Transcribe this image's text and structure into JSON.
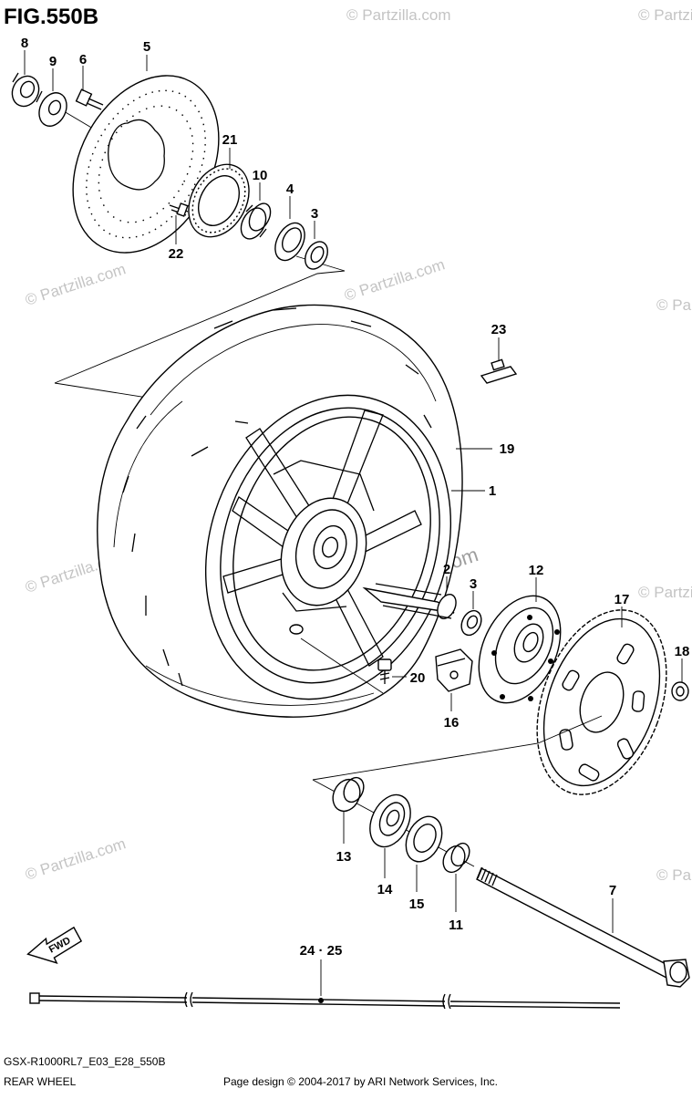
{
  "figure": {
    "title": "FIG.550B",
    "model_code": "GSX-R1000RL7_E03_E28_550B",
    "section_name": "REAR WHEEL",
    "copyright": "Page design © 2004-2017 by ARI Network Services, Inc.",
    "direction_label": "FWD"
  },
  "watermark": {
    "text": "© Partzilla.com"
  },
  "callouts": [
    {
      "id": "p8",
      "label": "8"
    },
    {
      "id": "p9",
      "label": "9"
    },
    {
      "id": "p6",
      "label": "6"
    },
    {
      "id": "p5",
      "label": "5"
    },
    {
      "id": "p21",
      "label": "21"
    },
    {
      "id": "p10",
      "label": "10"
    },
    {
      "id": "p4",
      "label": "4"
    },
    {
      "id": "p3a",
      "label": "3"
    },
    {
      "id": "p22",
      "label": "22"
    },
    {
      "id": "p23",
      "label": "23"
    },
    {
      "id": "p19",
      "label": "19"
    },
    {
      "id": "p1",
      "label": "1"
    },
    {
      "id": "p2",
      "label": "2"
    },
    {
      "id": "p3b",
      "label": "3"
    },
    {
      "id": "p12",
      "label": "12"
    },
    {
      "id": "p17",
      "label": "17"
    },
    {
      "id": "p18",
      "label": "18"
    },
    {
      "id": "p20",
      "label": "20"
    },
    {
      "id": "p16",
      "label": "16"
    },
    {
      "id": "p13",
      "label": "13"
    },
    {
      "id": "p14",
      "label": "14"
    },
    {
      "id": "p15",
      "label": "15"
    },
    {
      "id": "p11",
      "label": "11"
    },
    {
      "id": "p7",
      "label": "7"
    },
    {
      "id": "p24",
      "label": "24 · 25"
    }
  ]
}
